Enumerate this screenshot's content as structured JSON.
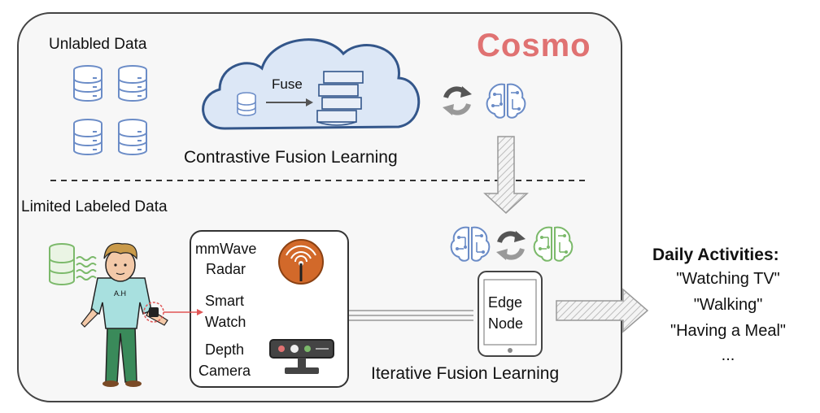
{
  "title": "Cosmo",
  "top_section": {
    "unlabeled_label": "Unlabled Data",
    "fuse_label": "Fuse",
    "contrastive_label": "Contrastive Fusion Learning"
  },
  "bottom_section": {
    "limited_label": "Limited Labeled Data",
    "shirt_text": "A.H",
    "sensors": [
      {
        "label": "mmWave"
      },
      {
        "label": "Radar"
      },
      {
        "label": "Smart"
      },
      {
        "label": "Watch"
      },
      {
        "label": "Depth"
      },
      {
        "label": "Camera"
      }
    ],
    "edge_line1": "Edge",
    "edge_line2": "Node",
    "iterative_label": "Iterative Fusion Learning"
  },
  "activities": {
    "title": "Daily Activities:",
    "items": [
      "\"Watching TV\"",
      "\"Walking\"",
      "\"Having a Meal\"",
      "..."
    ]
  },
  "colors": {
    "accent": "#e07272",
    "database": "#6b8cc7",
    "cloud_fill": "#dce7f6",
    "green": "#7bb96a",
    "radar": "#d2692a"
  }
}
